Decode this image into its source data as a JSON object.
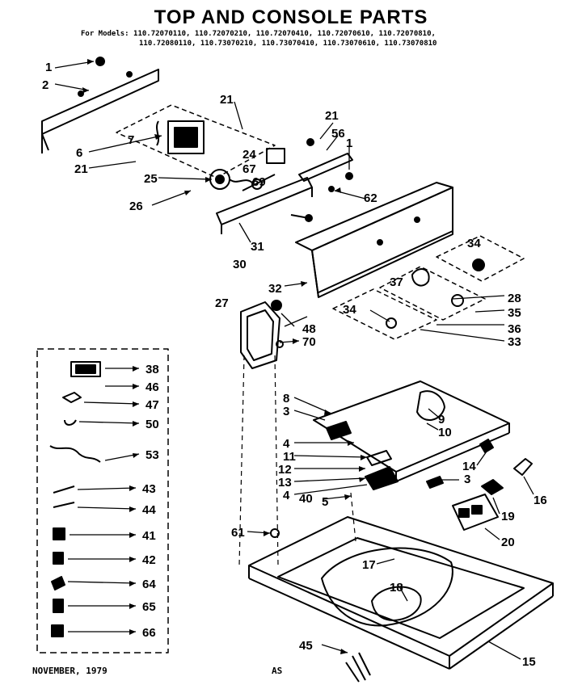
{
  "title": "TOP AND CONSOLE PARTS",
  "models": {
    "prefix": "For Models:",
    "line1": "110.72070110, 110.72070210, 110.72070410, 110.72070610, 110.72070810,",
    "line2": "110.72080110, 110.73070210, 110.73070410, 110.73070610, 110.73070810"
  },
  "callouts": [
    "1",
    "2",
    "21",
    "21",
    "56",
    "1",
    "6",
    "7",
    "21",
    "24",
    "25",
    "67",
    "69",
    "62",
    "26",
    "31",
    "30",
    "34",
    "28",
    "35",
    "36",
    "33",
    "32",
    "27",
    "37",
    "48",
    "70",
    "34",
    "38",
    "46",
    "47",
    "50",
    "53",
    "43",
    "44",
    "41",
    "42",
    "64",
    "65",
    "66",
    "8",
    "3",
    "9",
    "10",
    "4",
    "11",
    "12",
    "13",
    "14",
    "3",
    "16",
    "4",
    "40",
    "5",
    "19",
    "20",
    "61",
    "17",
    "18",
    "45",
    "15"
  ],
  "footer": {
    "date": "NOVEMBER, 1979",
    "code": "AS"
  }
}
